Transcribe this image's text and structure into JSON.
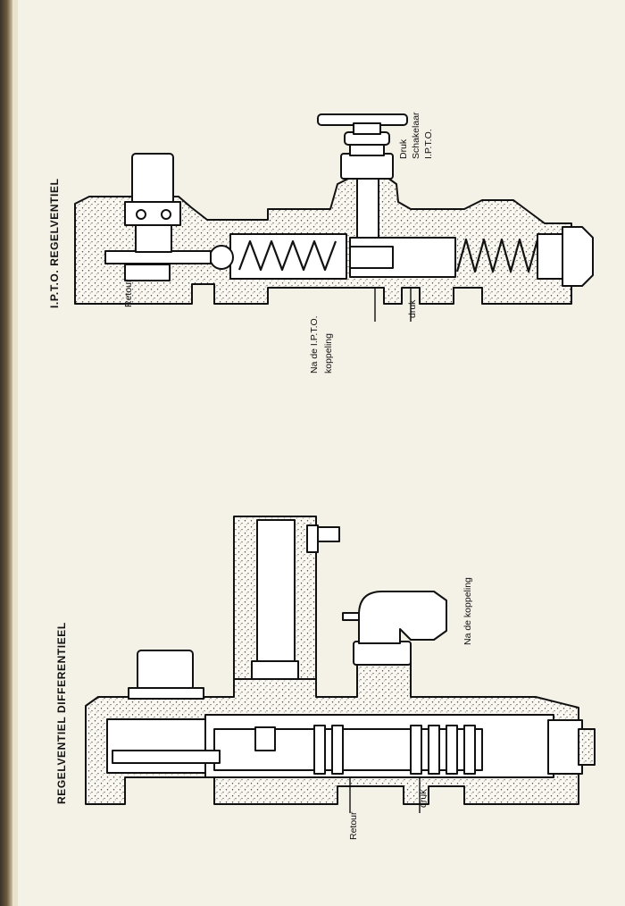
{
  "ipto": {
    "title": "I.P.T.O. REGELVENTIEL",
    "labels": {
      "retour": "Retour",
      "na_de_ipto_line1": "Na de I.P.T.O.",
      "na_de_ipto_line2": "koppeling",
      "druk": "druk",
      "druk_schakelaar_line1": "Druk",
      "druk_schakelaar_line2": "Schakelaar",
      "druk_schakelaar_line3": "I.P.T.O."
    }
  },
  "differentieel": {
    "title": "REGELVENTIEL DIFFERENTIEEL",
    "labels": {
      "retour": "Retour",
      "druk": "druk",
      "na_de_koppeling": "Na de koppeling"
    }
  }
}
